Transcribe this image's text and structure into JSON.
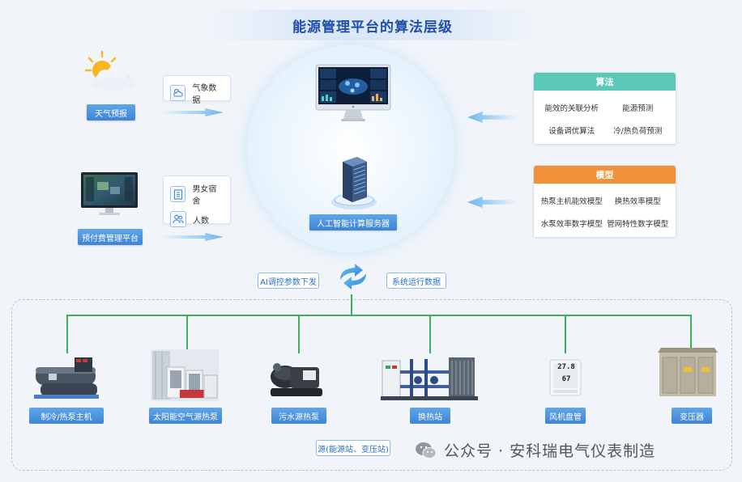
{
  "title": "能源管理平台的算法层级",
  "left": {
    "weather_label": "天气预报",
    "weather_card": {
      "item": "气象数据"
    },
    "prepay_label": "预付费管理平台",
    "prepay_card": {
      "items": [
        "男女宿舍",
        "人数"
      ]
    }
  },
  "center": {
    "server_label": "人工智能计算服务器"
  },
  "right": {
    "algorithm": {
      "header": "算法",
      "items": [
        "能效的关联分析",
        "能源预测",
        "设备调优算法",
        "冷/热负荷预测"
      ],
      "color": "#5cc8b8"
    },
    "model": {
      "header": "模型",
      "items": [
        "热泵主机能效模型",
        "换热效率模型",
        "水泵效率数字模型",
        "管网特性数字模型"
      ],
      "color": "#f0913a"
    }
  },
  "flow": {
    "down_label": "AI调控参数下发",
    "up_label": "系统运行数据"
  },
  "equipment": [
    {
      "label": "制冷/热泵主机"
    },
    {
      "label": "太阳能空气源热泵"
    },
    {
      "label": "污水源热泵"
    },
    {
      "label": "换热站"
    },
    {
      "label": "风机盘管"
    },
    {
      "label": "变压器"
    }
  ],
  "thermometer": {
    "temp": "27.8",
    "humidity": "67"
  },
  "source_label": "源(能源站、变压站)",
  "watermark": "公众号 · 安科瑞电气仪表制造",
  "icons": [
    "sun-cloud-icon",
    "weather-icon",
    "building-icon",
    "people-icon",
    "monitor-icon",
    "server-icon",
    "sync-arrows-icon",
    "wechat-icon"
  ]
}
